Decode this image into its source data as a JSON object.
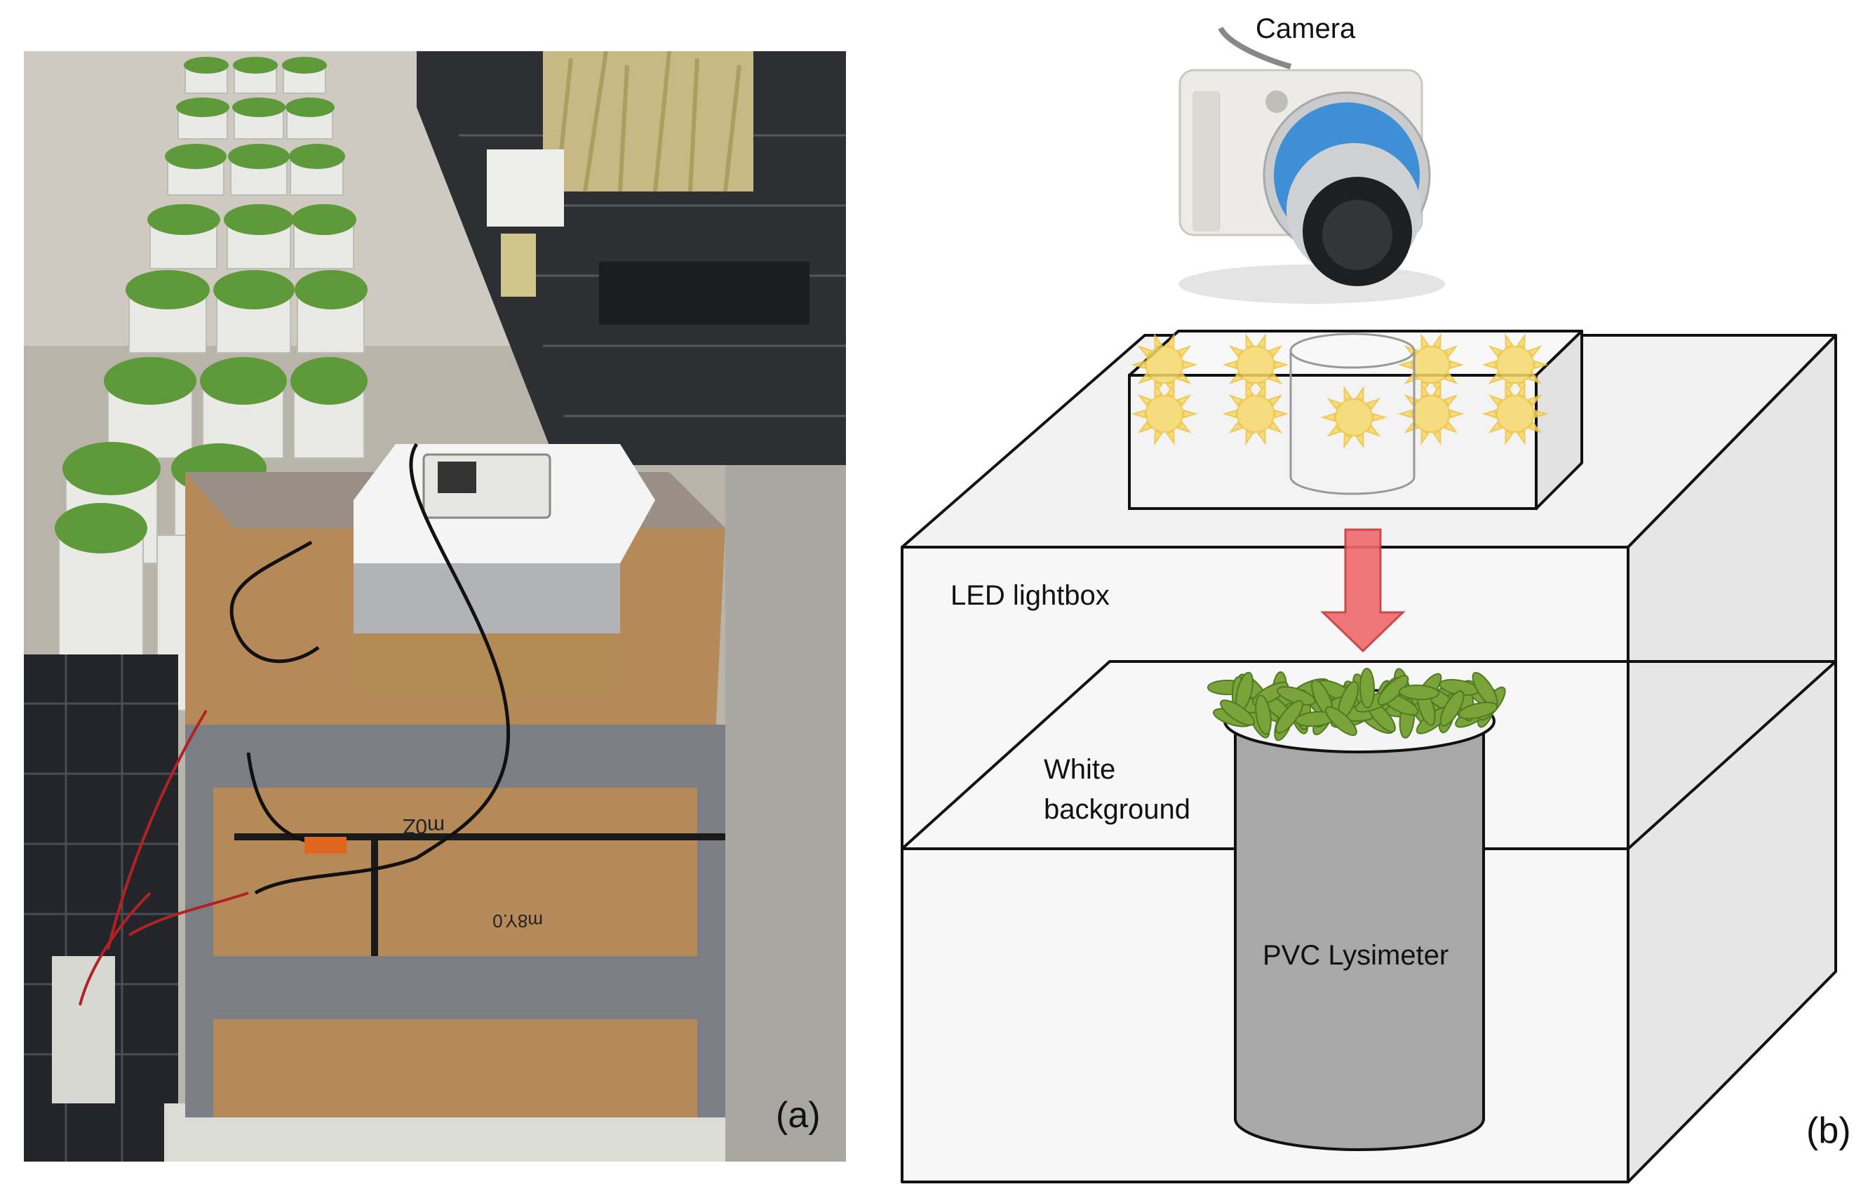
{
  "panel_a": {
    "tag": "(a)",
    "box_marks": [
      "m0Z",
      "m8Y.0"
    ]
  },
  "panel_b": {
    "tag": "(b)",
    "labels": {
      "camera": "Camera",
      "led_lightbox": "LED lightbox",
      "white_background": [
        "White",
        "background"
      ],
      "pvc_lysimeter": "PVC Lysimeter"
    },
    "colors": {
      "arrow": "#f06a6a",
      "cylinder": "#a8a8a8",
      "grass": "#7aa33a",
      "sun": "#f6d96a",
      "camera_ring": "#3e8fd6"
    }
  }
}
